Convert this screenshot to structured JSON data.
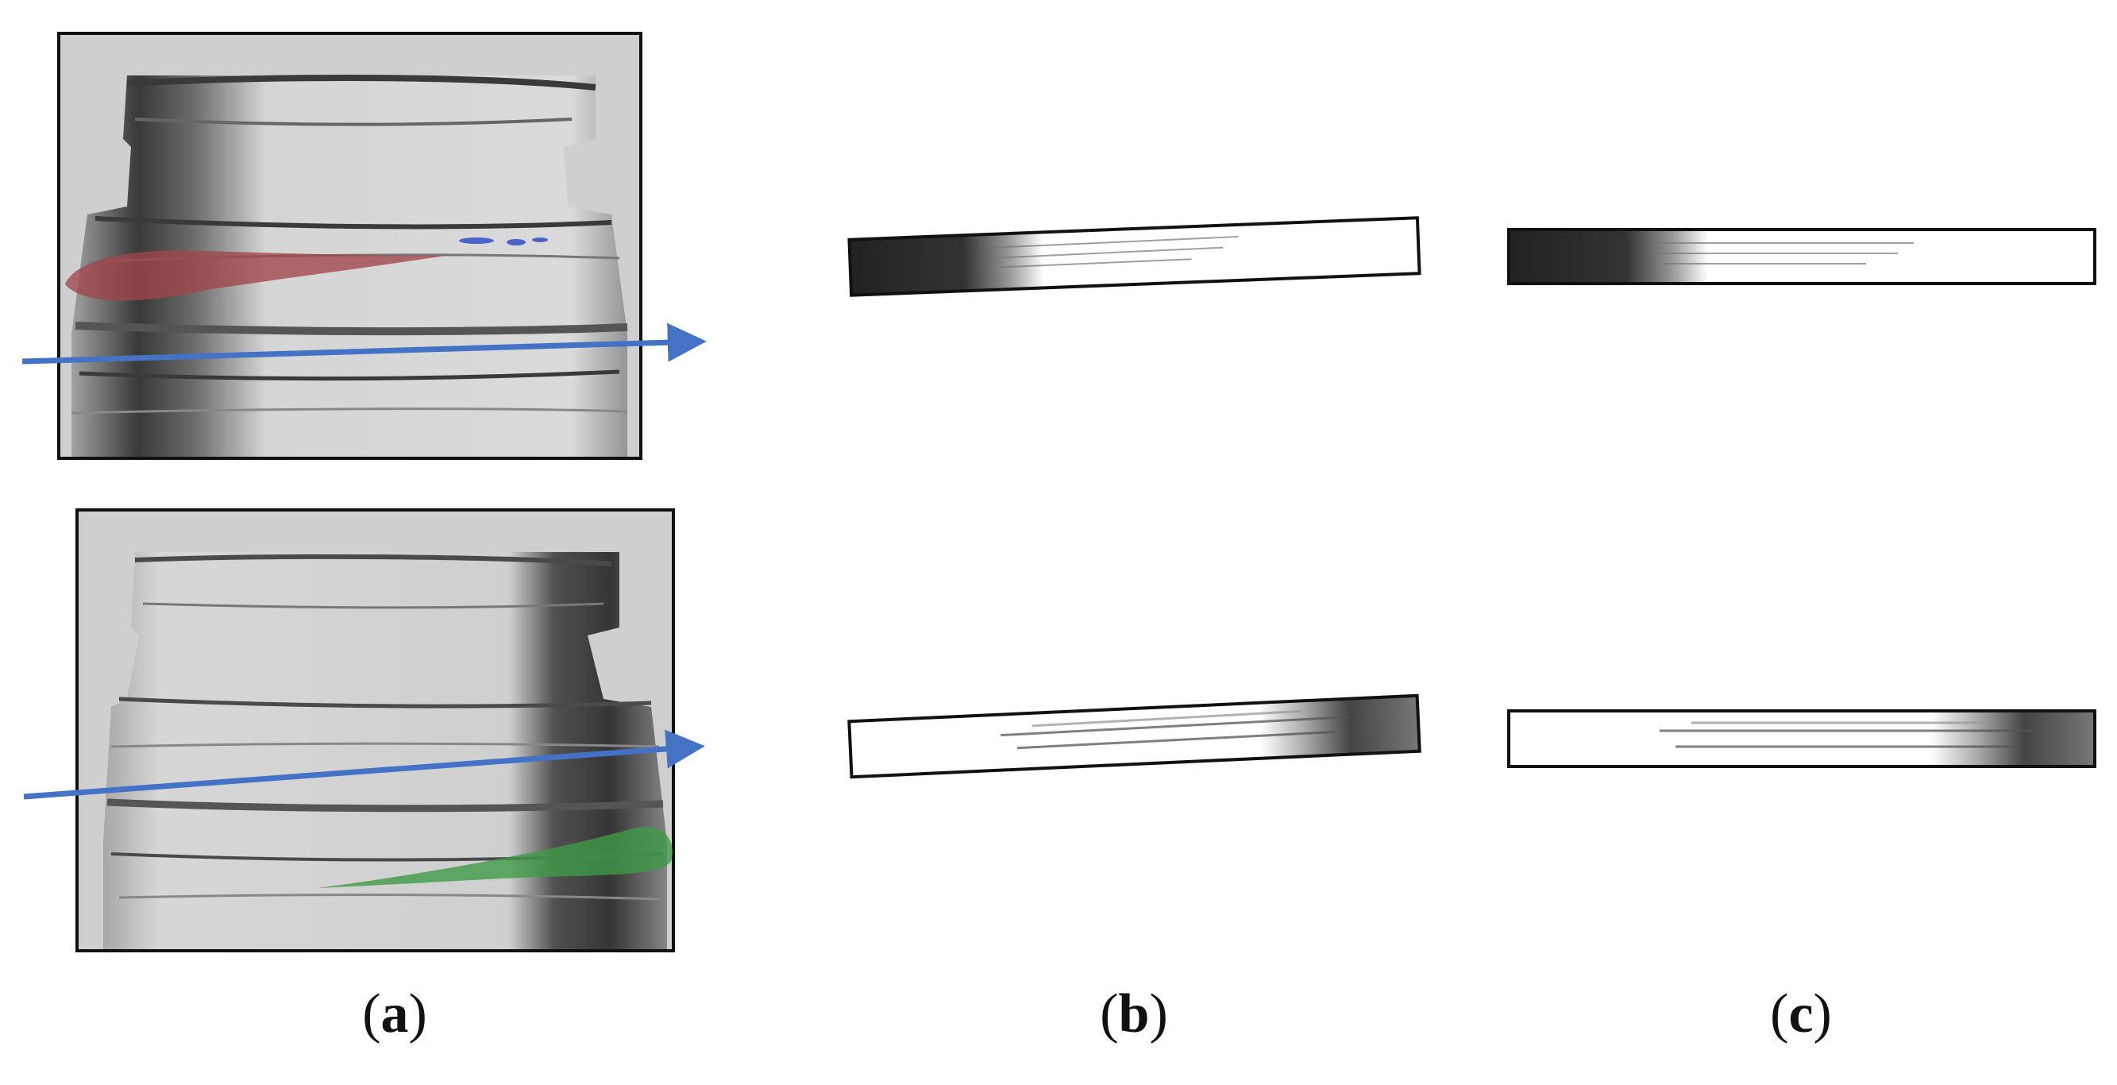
{
  "panels": [
    {
      "label": "a",
      "description_hint": ""
    },
    {
      "label": "b"
    },
    {
      "label": "c"
    }
  ],
  "colors": {
    "photo_background": "#cfcfcf",
    "glass_dark": "#2a2a2a",
    "frame": "#111111",
    "arrow": "#4472c4",
    "defect_top": "#a0454a",
    "defect_bottom": "#3f9a47"
  },
  "captions": {
    "a": "a",
    "b": "b",
    "c": "c"
  }
}
